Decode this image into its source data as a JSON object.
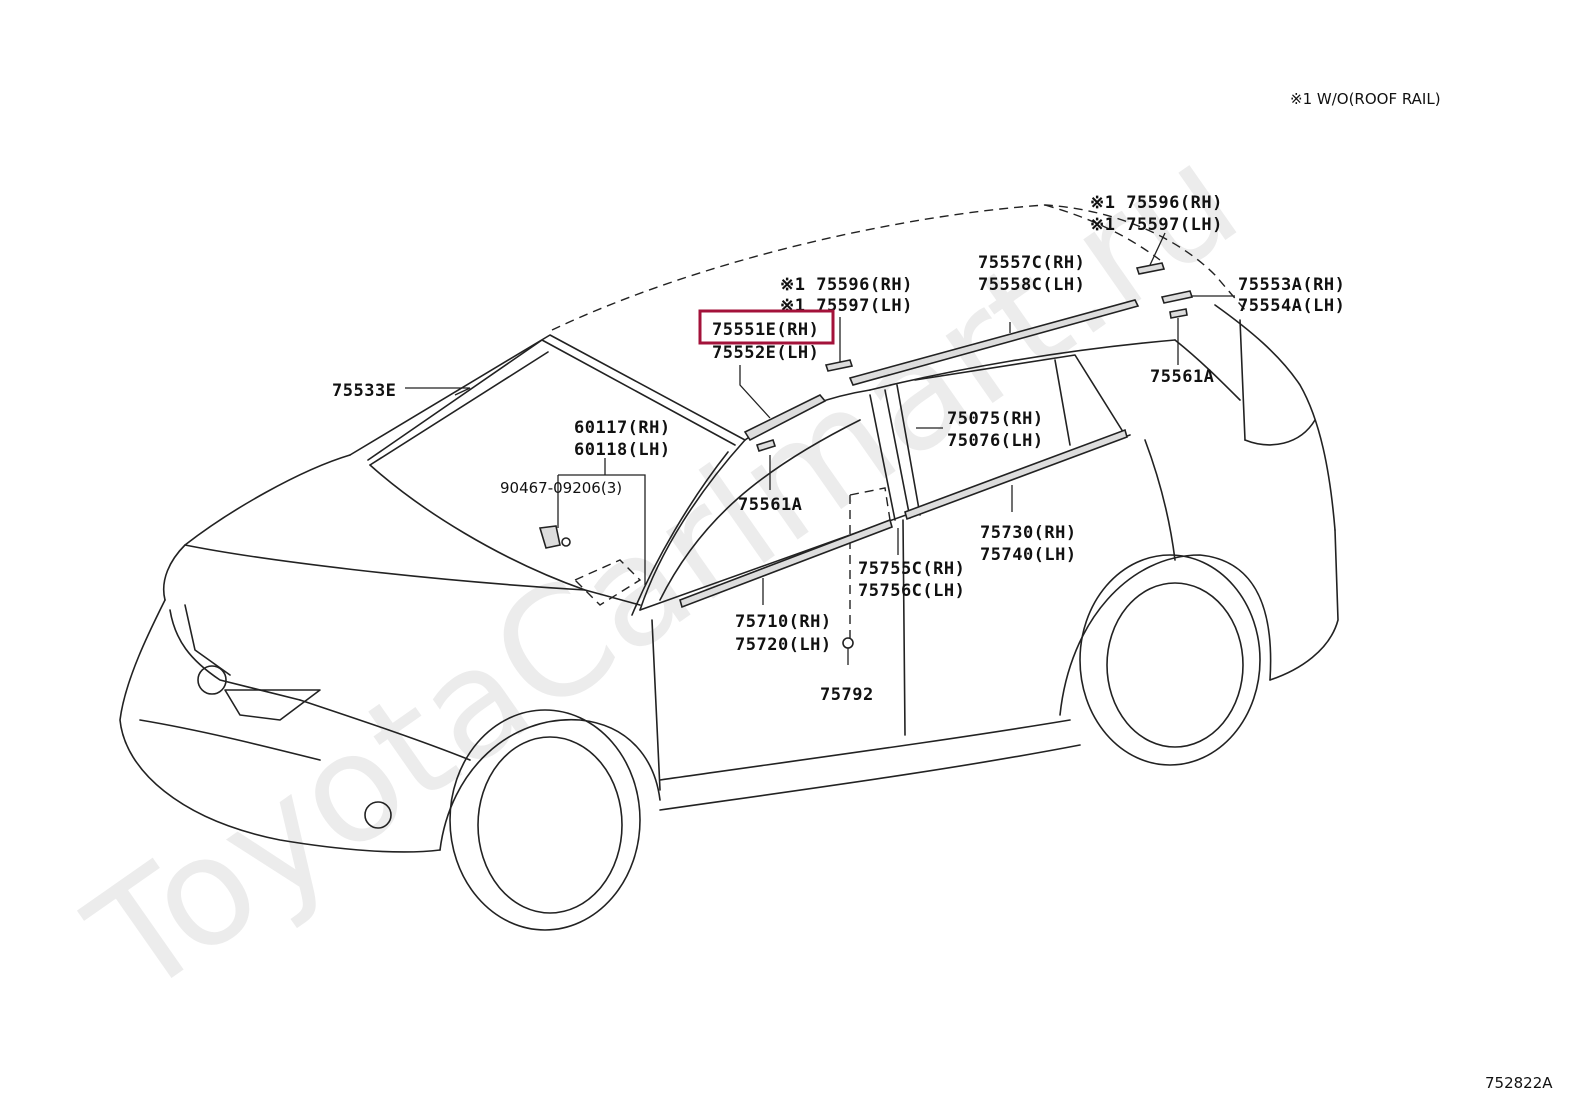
{
  "watermark": "ToyotaCarlmart.ru",
  "note": "※1 W/O(ROOF RAIL)",
  "diagram_code": "752822A",
  "labels": {
    "l_75533E": "75533E",
    "l_60117": "60117(RH)",
    "l_60118": "60118(LH)",
    "l_90467": "90467-09206(3)",
    "l_75596a": "※1 75596(RH)",
    "l_75597a": "※1 75597(LH)",
    "l_75551E": "75551E(RH)",
    "l_75552E": "75552E(LH)",
    "l_75561A_front": "75561A",
    "l_75557C": "75557C(RH)",
    "l_75558C": "75558C(LH)",
    "l_75596b": "※1 75596(RH)",
    "l_75597b": "※1 75597(LH)",
    "l_75553A": "75553A(RH)",
    "l_75554A": "75554A(LH)",
    "l_75561A_rear": "75561A",
    "l_75075": "75075(RH)",
    "l_75076": "75076(LH)",
    "l_75730": "75730(RH)",
    "l_75740": "75740(LH)",
    "l_75755C": "75755C(RH)",
    "l_75756C": "75756C(LH)",
    "l_75710": "75710(RH)",
    "l_75720": "75720(LH)",
    "l_75792": "75792"
  },
  "highlight": "75551E(RH)",
  "colors": {
    "highlight": "#a3123a",
    "line": "#222222",
    "watermark": "#ececec"
  }
}
